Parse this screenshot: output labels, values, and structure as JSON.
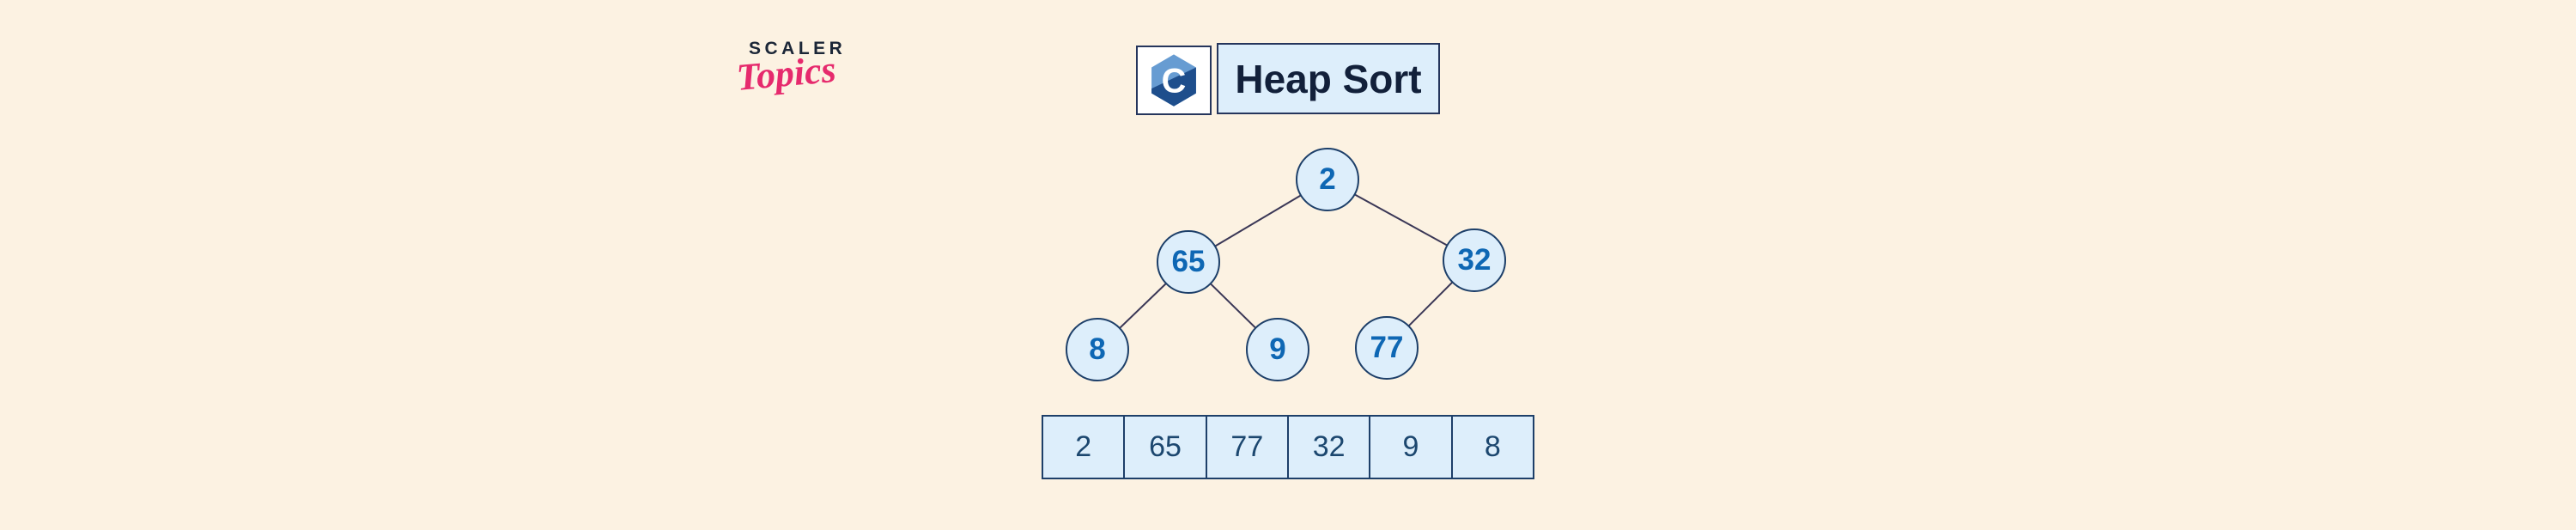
{
  "background_color": "#fcf2e2",
  "brand": {
    "scaler": "SCALER",
    "topics": "Topics",
    "scaler_color": "#1b2637",
    "topics_color": "#e62a6d"
  },
  "header": {
    "c_logo_letter": "C",
    "title": "Heap Sort",
    "c_logo_light": "#679cd2",
    "c_logo_dark": "#1e4e8c",
    "box_fill": "#ddeefb",
    "box_border": "#25355c"
  },
  "tree": {
    "nodes": [
      {
        "id": "root",
        "value": "2"
      },
      {
        "id": "left",
        "value": "65"
      },
      {
        "id": "right",
        "value": "32"
      },
      {
        "id": "left-left",
        "value": "8"
      },
      {
        "id": "left-right",
        "value": "9"
      },
      {
        "id": "right-left",
        "value": "77"
      }
    ],
    "edges": [
      [
        "2",
        "65"
      ],
      [
        "2",
        "32"
      ],
      [
        "65",
        "8"
      ],
      [
        "65",
        "9"
      ],
      [
        "32",
        "77"
      ]
    ],
    "node_fill": "#ddeefb",
    "node_border": "#1d3f69",
    "node_text_color": "#0e67b4",
    "edge_color": "#3a3756"
  },
  "array": {
    "values": [
      "2",
      "65",
      "77",
      "32",
      "9",
      "8"
    ],
    "cell_fill": "#ddeefb",
    "cell_border": "#1d3f69",
    "text_color": "#1c476f"
  }
}
